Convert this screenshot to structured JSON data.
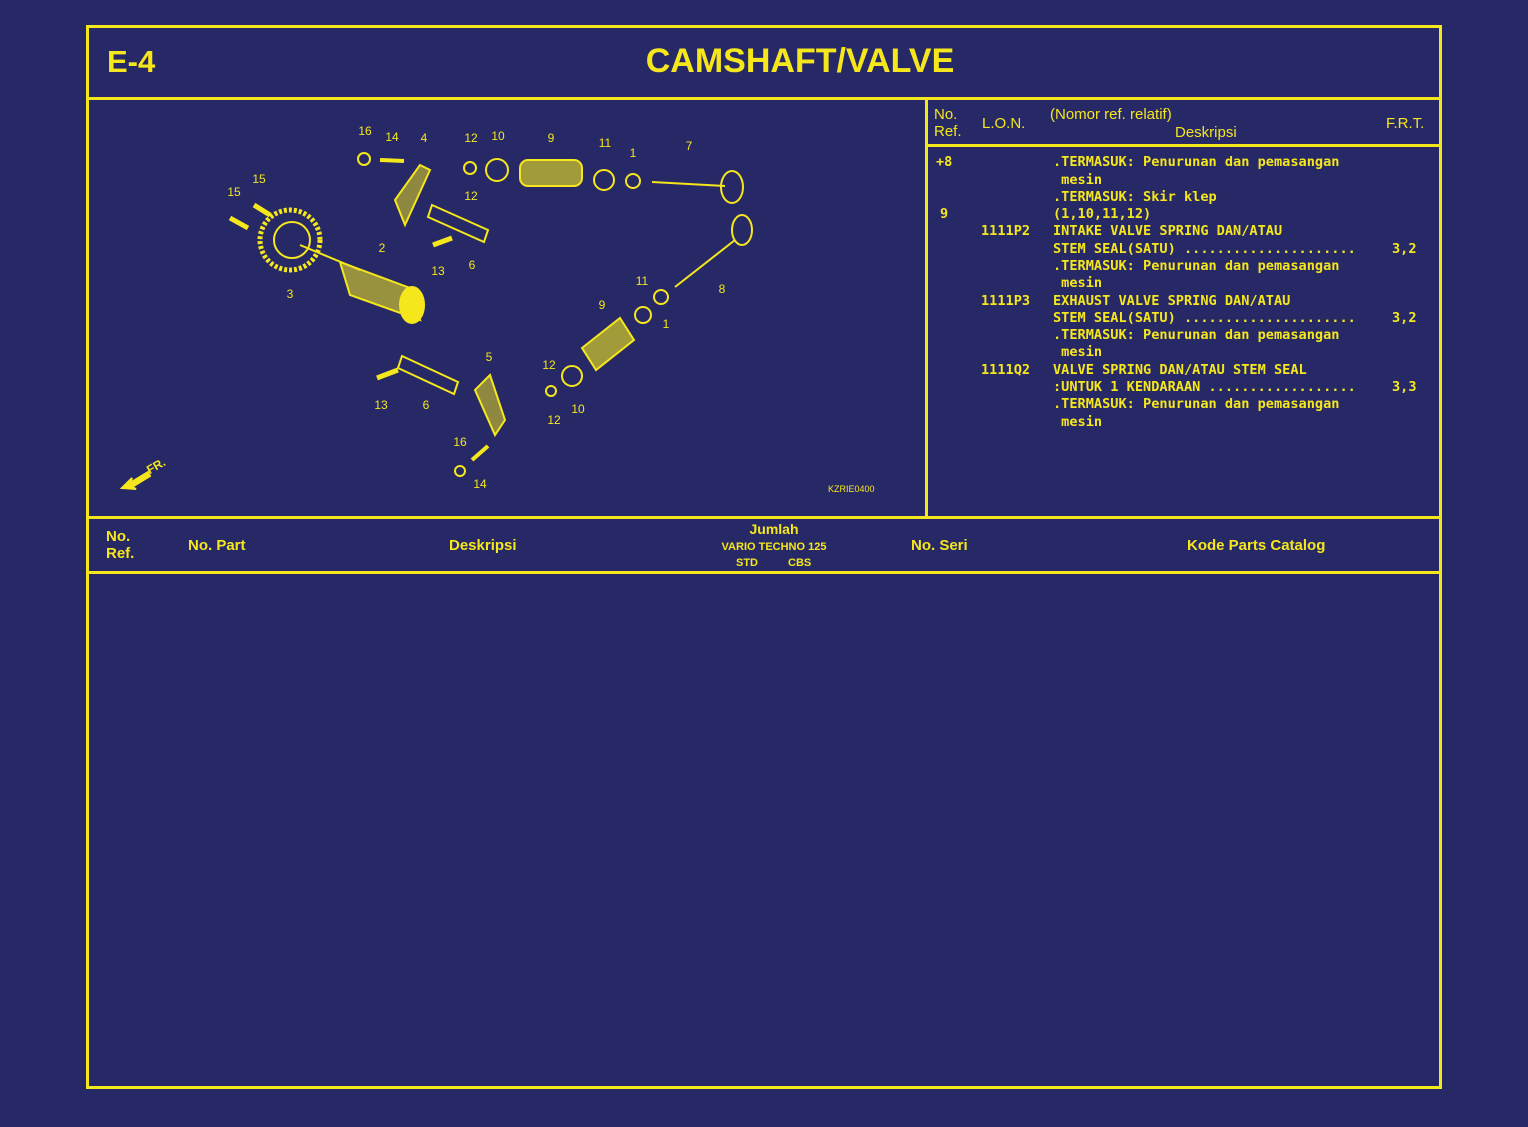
{
  "header": {
    "code": "E-4",
    "title": "CAMSHAFT/VALVE"
  },
  "diagram": {
    "callouts": [
      "16",
      "14",
      "4",
      "12",
      "10",
      "9",
      "11",
      "1",
      "7",
      "15",
      "15",
      "12",
      "2",
      "13",
      "6",
      "3",
      "11",
      "8",
      "9",
      "1",
      "5",
      "12",
      "10",
      "12",
      "13",
      "6",
      "16",
      "14"
    ],
    "front_label": "FR.",
    "image_code": "KZRIE0400"
  },
  "lon_table": {
    "headers": {
      "no_ref": "No.\nRef.",
      "lon": "L.O.N.",
      "desc_top": "(Nomor ref. relatif)",
      "desc": "Deskripsi",
      "frt": "F.R.T."
    },
    "refs": [
      "+8",
      "9"
    ],
    "lons": [
      "1111P2",
      "1111P3",
      "1111Q2"
    ],
    "lines": [
      ".TERMASUK: Penurunan dan pemasangan",
      " mesin",
      ".TERMASUK: Skir klep",
      "(1,10,11,12)",
      "INTAKE VALVE SPRING DAN/ATAU",
      "STEM SEAL(SATU) .....................",
      ".TERMASUK: Penurunan dan pemasangan",
      " mesin",
      "EXHAUST VALVE SPRING DAN/ATAU",
      "STEM SEAL(SATU) .....................",
      ".TERMASUK: Penurunan dan pemasangan",
      " mesin",
      "VALVE SPRING DAN/ATAU STEM SEAL",
      ":UNTUK 1 KENDARAAN ..................",
      ".TERMASUK: Penurunan dan pemasangan",
      " mesin"
    ],
    "frt": [
      "3,2",
      "3,2",
      "3,3"
    ]
  },
  "parts_table": {
    "headers": {
      "no_ref": "No.\nRef.",
      "no_part": "No. Part",
      "deskripsi": "Deskripsi",
      "jumlah": "Jumlah",
      "model": "VARIO TECHNO 125",
      "std": "STD",
      "cbs": "CBS",
      "no_seri": "No. Seri",
      "kode": "Kode Parts Catalog"
    },
    "rows": []
  },
  "colors": {
    "background": "#272966",
    "line": "#f5e71c"
  }
}
